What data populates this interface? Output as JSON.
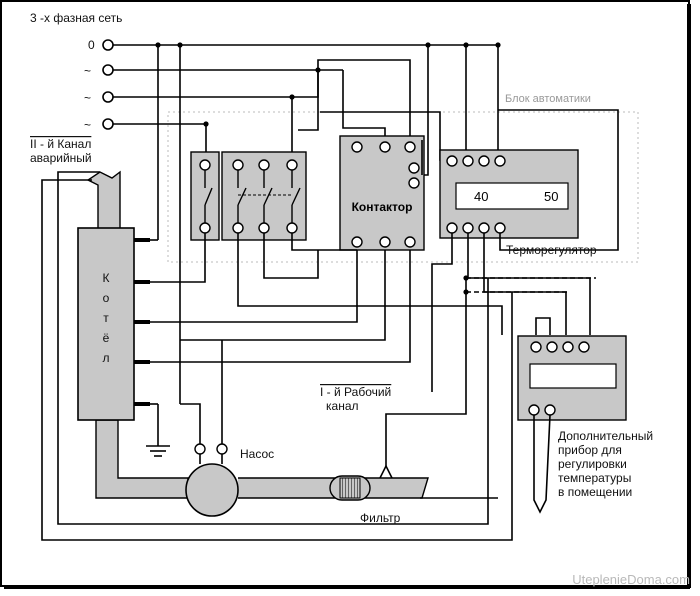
{
  "header": {
    "title": "3 -х фазная сеть",
    "terminal_labels": [
      "0",
      "~",
      "~",
      "~"
    ]
  },
  "labels": {
    "emergency_channel": [
      "II - й Канал",
      "аварийный"
    ],
    "automation_block": "Блок автоматики",
    "boiler_letters": [
      "К",
      "о",
      "т",
      "ё",
      "л"
    ],
    "contactor": "Контактор",
    "thermoregulator": "Терморегулятор",
    "working_channel": [
      "I - й Рабочий",
      "канал"
    ],
    "pump": "Насос",
    "filter": "Фильтр",
    "extra_device": [
      "Дополнительный",
      "прибор для",
      "регулировки",
      "температуры",
      "в помещении"
    ],
    "watermark": "UteplenieDoma.com"
  },
  "display": {
    "value_left": "40",
    "value_right": "50"
  },
  "colors": {
    "wire": "#000000",
    "component_fill": "#c8c8c8",
    "block_border": "#c8c8c8",
    "frame": "#000000",
    "watermark": "#b9b9b9"
  }
}
